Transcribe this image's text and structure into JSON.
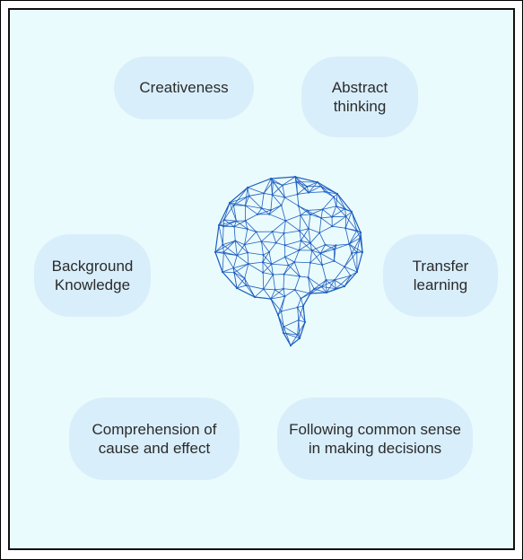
{
  "diagram": {
    "center_icon": "brain-network-icon",
    "colors": {
      "background": "#eafbfd",
      "pill": "#d8eefb",
      "text": "#2b2b2b",
      "brain_line": "#1f5fc0"
    },
    "nodes": [
      {
        "id": "creativeness",
        "label": "Creativeness"
      },
      {
        "id": "abstract-thinking",
        "label": "Abstract\nthinking"
      },
      {
        "id": "background-knowledge",
        "label": "Background\nKnowledge"
      },
      {
        "id": "transfer-learning",
        "label": "Transfer\nlearning"
      },
      {
        "id": "cause-effect",
        "label": "Comprehension of\ncause and effect"
      },
      {
        "id": "common-sense",
        "label": "Following common sense\nin making decisions"
      }
    ]
  }
}
